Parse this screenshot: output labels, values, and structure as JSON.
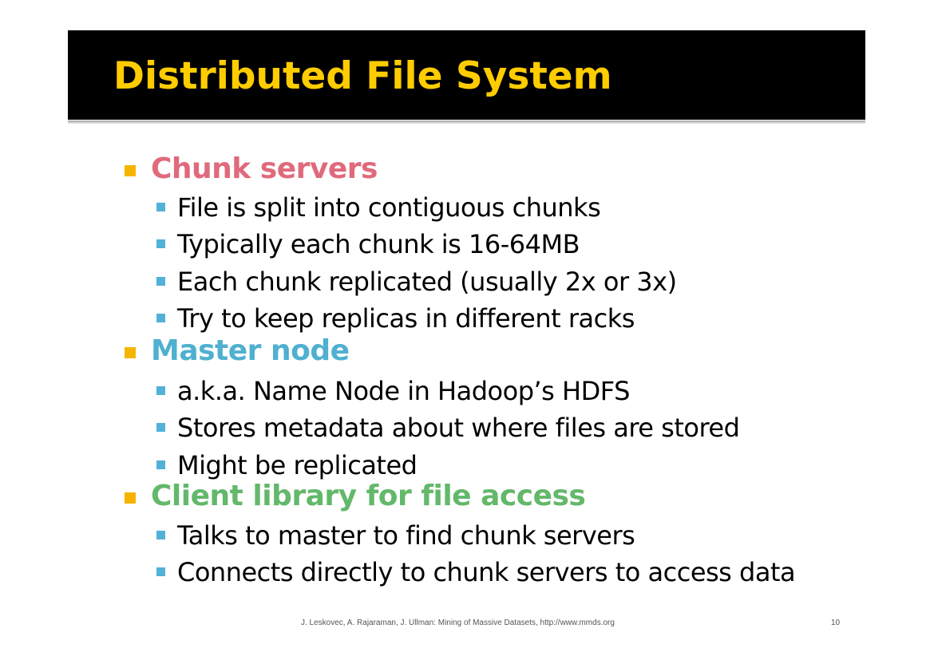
{
  "slide": {
    "title": "Distributed File System",
    "sections": [
      {
        "heading": "Chunk servers",
        "color": "#e06a7c",
        "items": [
          "File is split into contiguous chunks",
          "Typically each chunk is 16-64MB",
          "Each chunk replicated (usually 2x or 3x)",
          "Try to keep replicas in different racks"
        ]
      },
      {
        "heading": "Master node",
        "color": "#4fb0d0",
        "items": [
          "a.k.a. Name Node in Hadoop’s HDFS",
          "Stores metadata about where files are stored",
          "Might be replicated"
        ]
      },
      {
        "heading": "Client library for file access",
        "color": "#63b86a",
        "items": [
          "Talks to master to find chunk servers",
          "Connects directly to chunk servers to access data"
        ]
      }
    ],
    "footer": "J. Leskovec, A. Rajaraman, J. Ullman: Mining of Massive Datasets, http://www.mmds.org",
    "page_number": "10",
    "colors": {
      "title": "#ffcc00",
      "title_background": "#000000",
      "level1_bullet": "#f6b400",
      "level2_bullet": "#52b1d8"
    }
  }
}
